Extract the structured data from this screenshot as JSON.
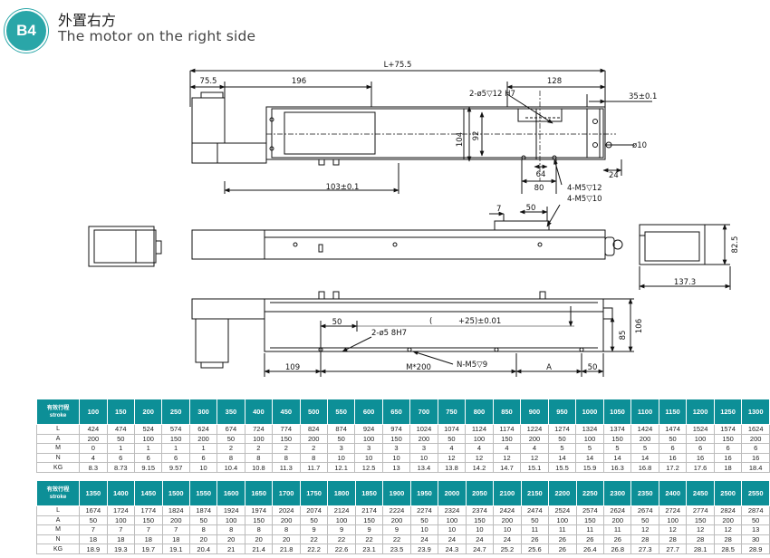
{
  "header": {
    "badge": "B4",
    "title_cn": "外置右方",
    "title_en": "The motor on the right side"
  },
  "dims": {
    "total": "L+75.5",
    "d75": "75.5",
    "d196": "196",
    "d128": "128",
    "holes_top": "2-ø5▽12  H7",
    "d35": "35±0.1",
    "d104": "104",
    "d92": "92",
    "d64": "64",
    "d80": "80",
    "d24": "24",
    "phi10": "ø10",
    "d103": "103±0.1",
    "m5a": "4-M5▽12",
    "m5b": "4-M5▽10",
    "d7": "7",
    "d50a": "50",
    "d82": "82.5",
    "d137": "137.3",
    "d50b": "50",
    "pin2": "2-ø5  8H7",
    "paren": "(",
    "plus25": "+25)±0.01",
    "d85": "85",
    "d106": "106",
    "nm5": "N-M5▽9",
    "d109": "109",
    "m200": "M*200",
    "dA": "A",
    "d50c": "50"
  },
  "table1": {
    "label_cn": "有效行程",
    "label_en": "stroke",
    "stroke": [
      "100",
      "150",
      "200",
      "250",
      "300",
      "350",
      "400",
      "450",
      "500",
      "550",
      "600",
      "650",
      "700",
      "750",
      "800",
      "850",
      "900",
      "950",
      "1000",
      "1050",
      "1100",
      "1150",
      "1200",
      "1250",
      "1300"
    ],
    "rows": [
      {
        "label": "L",
        "values": [
          "424",
          "474",
          "524",
          "574",
          "624",
          "674",
          "724",
          "774",
          "824",
          "874",
          "924",
          "974",
          "1024",
          "1074",
          "1124",
          "1174",
          "1224",
          "1274",
          "1324",
          "1374",
          "1424",
          "1474",
          "1524",
          "1574",
          "1624"
        ]
      },
      {
        "label": "A",
        "values": [
          "200",
          "50",
          "100",
          "150",
          "200",
          "50",
          "100",
          "150",
          "200",
          "50",
          "100",
          "150",
          "200",
          "50",
          "100",
          "150",
          "200",
          "50",
          "100",
          "150",
          "200",
          "50",
          "100",
          "150",
          "200"
        ]
      },
      {
        "label": "M",
        "values": [
          "0",
          "1",
          "1",
          "1",
          "1",
          "2",
          "2",
          "2",
          "2",
          "3",
          "3",
          "3",
          "3",
          "4",
          "4",
          "4",
          "4",
          "5",
          "5",
          "5",
          "5",
          "6",
          "6",
          "6",
          "6"
        ]
      },
      {
        "label": "N",
        "values": [
          "4",
          "6",
          "6",
          "6",
          "6",
          "8",
          "8",
          "8",
          "8",
          "10",
          "10",
          "10",
          "10",
          "12",
          "12",
          "12",
          "12",
          "14",
          "14",
          "14",
          "14",
          "16",
          "16",
          "16",
          "16"
        ]
      },
      {
        "label": "KG",
        "values": [
          "8.3",
          "8.73",
          "9.15",
          "9.57",
          "10",
          "10.4",
          "10.8",
          "11.3",
          "11.7",
          "12.1",
          "12.5",
          "13",
          "13.4",
          "13.8",
          "14.2",
          "14.7",
          "15.1",
          "15.5",
          "15.9",
          "16.3",
          "16.8",
          "17.2",
          "17.6",
          "18",
          "18.4"
        ]
      }
    ]
  },
  "table2": {
    "label_cn": "有效行程",
    "label_en": "stroke",
    "stroke": [
      "1350",
      "1400",
      "1450",
      "1500",
      "1550",
      "1600",
      "1650",
      "1700",
      "1750",
      "1800",
      "1850",
      "1900",
      "1950",
      "2000",
      "2050",
      "2100",
      "2150",
      "2200",
      "2250",
      "2300",
      "2350",
      "2400",
      "2450",
      "2500",
      "2550"
    ],
    "rows": [
      {
        "label": "L",
        "values": [
          "1674",
          "1724",
          "1774",
          "1824",
          "1874",
          "1924",
          "1974",
          "2024",
          "2074",
          "2124",
          "2174",
          "2224",
          "2274",
          "2324",
          "2374",
          "2424",
          "2474",
          "2524",
          "2574",
          "2624",
          "2674",
          "2724",
          "2774",
          "2824",
          "2874"
        ]
      },
      {
        "label": "A",
        "values": [
          "50",
          "100",
          "150",
          "200",
          "50",
          "100",
          "150",
          "200",
          "50",
          "100",
          "150",
          "200",
          "50",
          "100",
          "150",
          "200",
          "50",
          "100",
          "150",
          "200",
          "50",
          "100",
          "150",
          "200",
          "50"
        ]
      },
      {
        "label": "M",
        "values": [
          "7",
          "7",
          "7",
          "7",
          "8",
          "8",
          "8",
          "8",
          "9",
          "9",
          "9",
          "9",
          "10",
          "10",
          "10",
          "10",
          "11",
          "11",
          "11",
          "11",
          "12",
          "12",
          "12",
          "12",
          "13"
        ]
      },
      {
        "label": "N",
        "values": [
          "18",
          "18",
          "18",
          "18",
          "20",
          "20",
          "20",
          "20",
          "22",
          "22",
          "22",
          "22",
          "24",
          "24",
          "24",
          "24",
          "26",
          "26",
          "26",
          "26",
          "28",
          "28",
          "28",
          "28",
          "30"
        ]
      },
      {
        "label": "KG",
        "values": [
          "18.9",
          "19.3",
          "19.7",
          "19.1",
          "20.4",
          "21",
          "21.4",
          "21.8",
          "22.2",
          "22.6",
          "23.1",
          "23.5",
          "23.9",
          "24.3",
          "24.7",
          "25.2",
          "25.6",
          "26",
          "26.4",
          "26.8",
          "27.3",
          "27.7",
          "28.1",
          "28.5",
          "28.9"
        ]
      }
    ]
  }
}
